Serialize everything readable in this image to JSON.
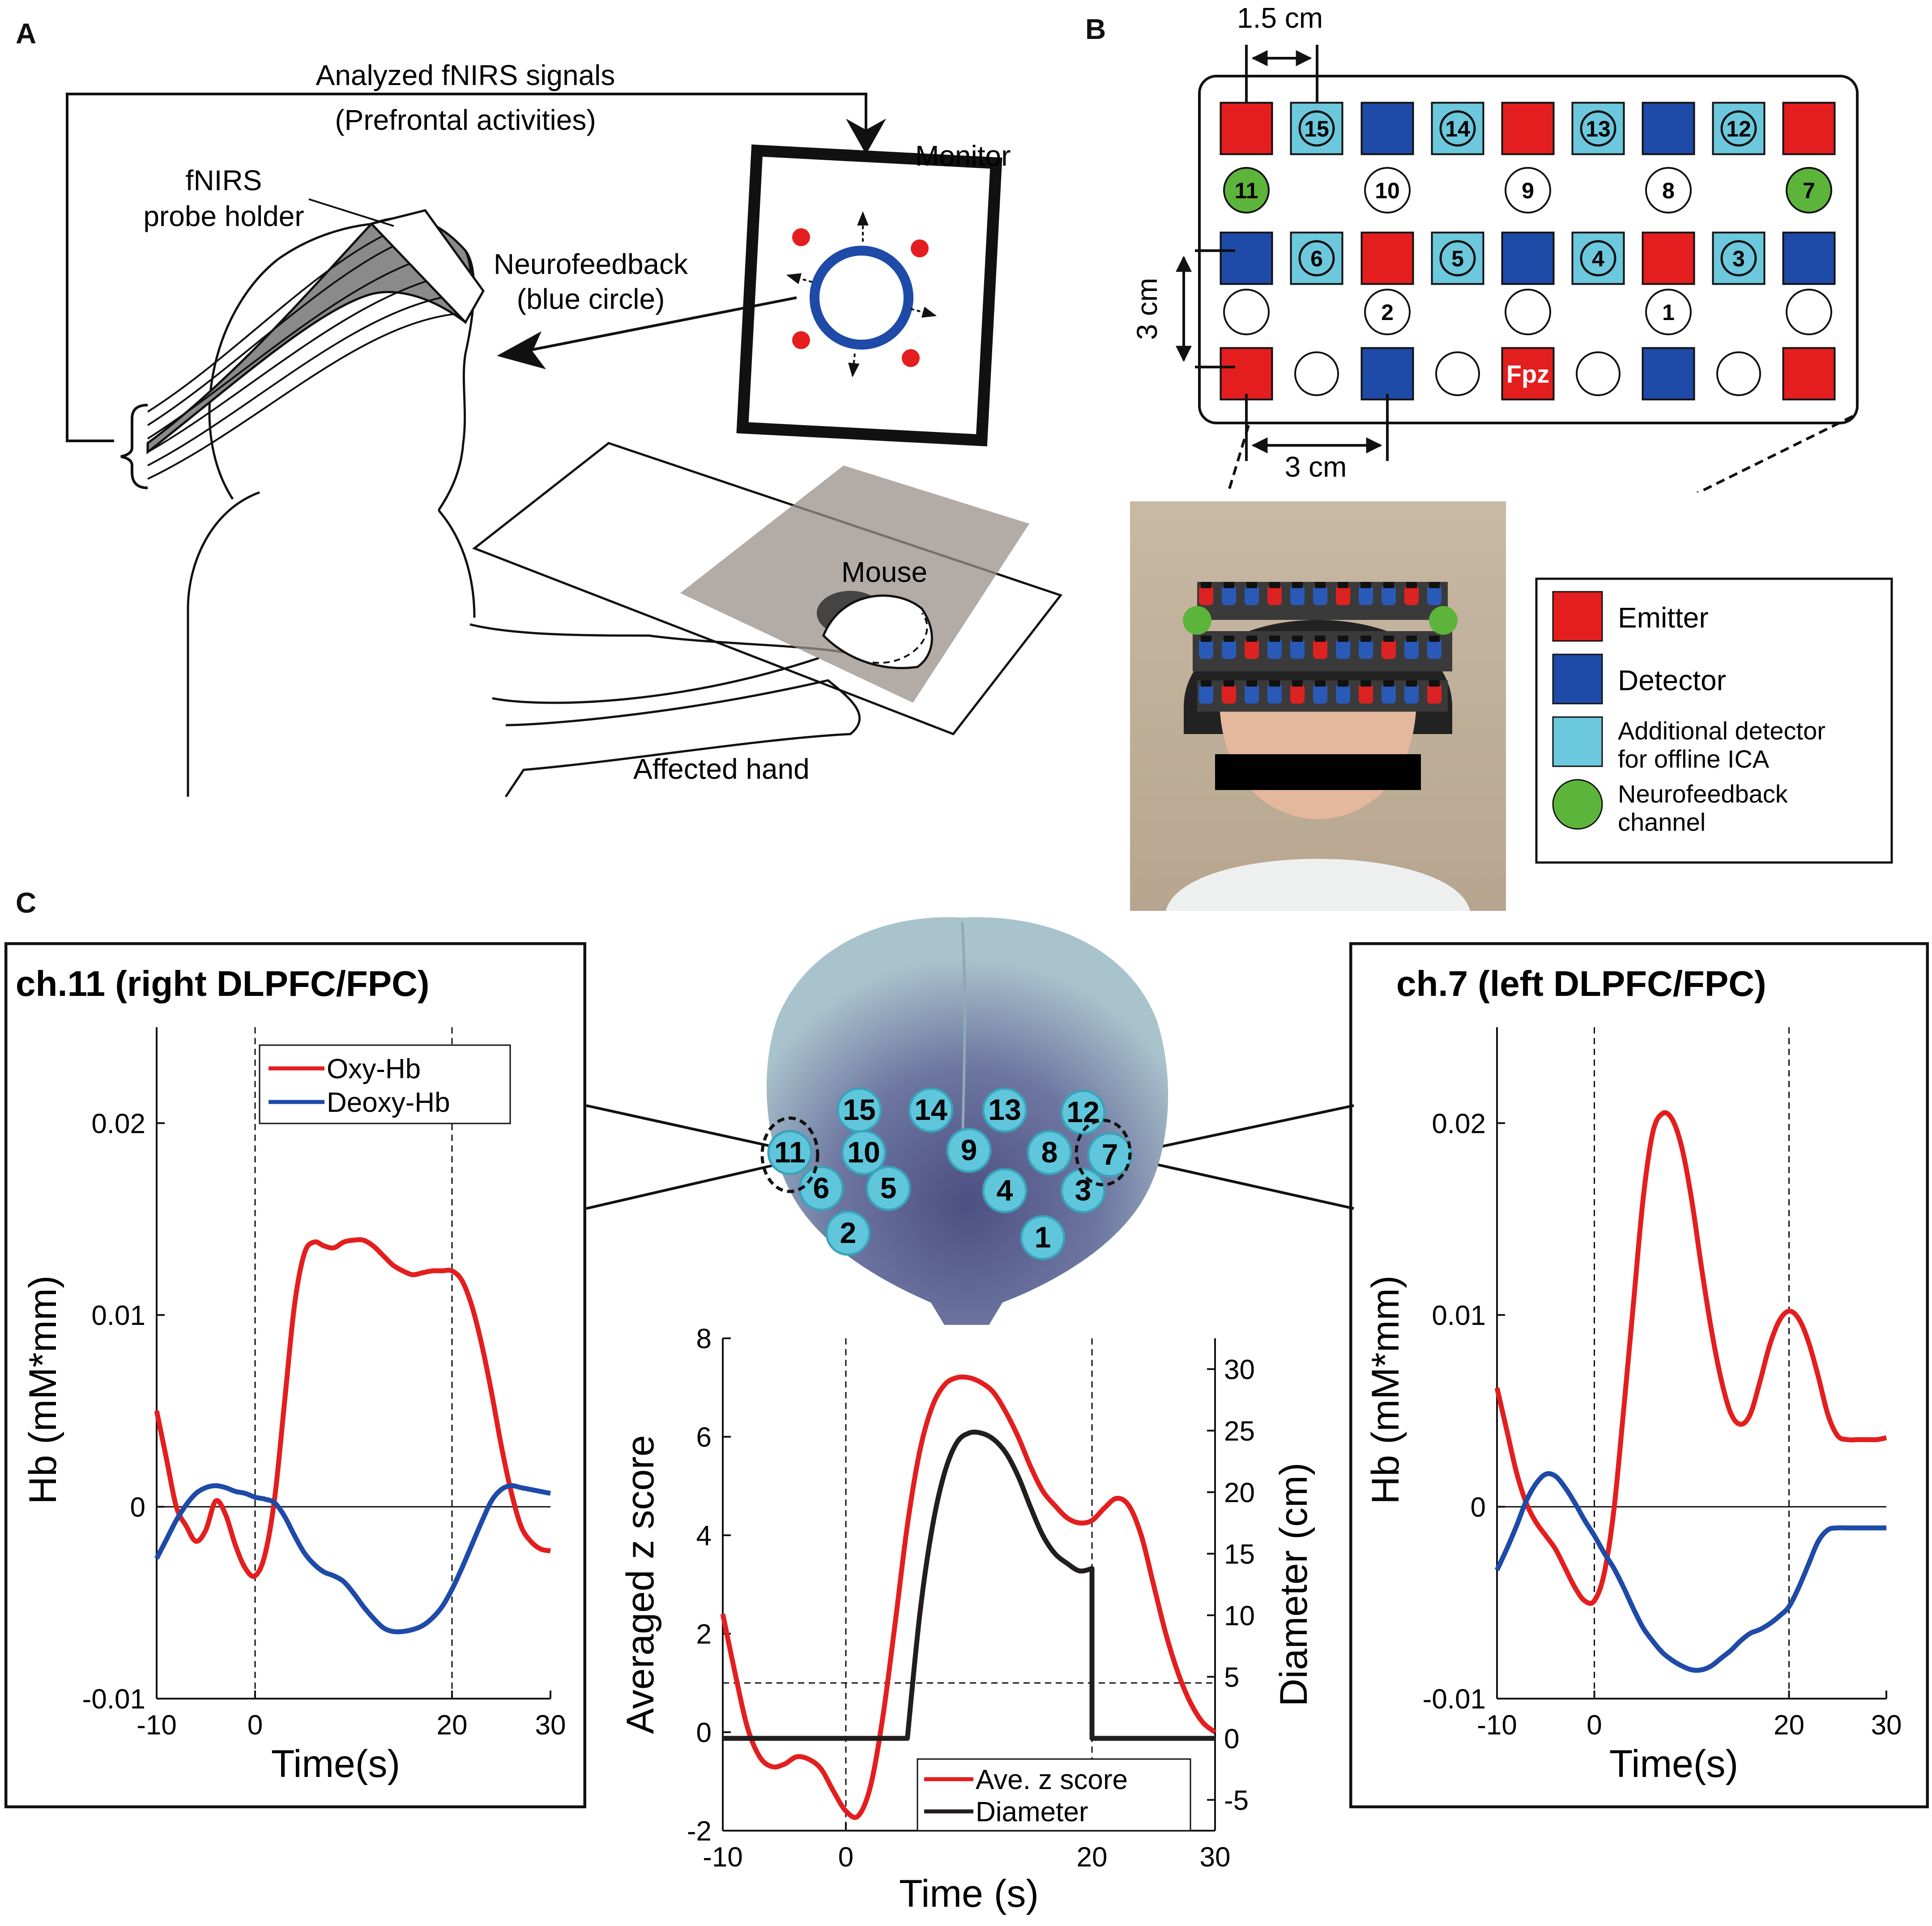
{
  "panels": {
    "a": "A",
    "b": "B",
    "c": "C"
  },
  "panel_a": {
    "signal_line1": "Analyzed fNIRS signals",
    "signal_line2": "(Prefrontal activities)",
    "monitor": "Monitor",
    "probe_line1": "fNIRS",
    "probe_line2": "probe holder",
    "nf_line1": "Neurofeedback",
    "nf_line2": "(blue circle)",
    "mouse": "Mouse",
    "hand": "Affected hand"
  },
  "panel_b": {
    "dim_top": "1.5 cm",
    "dim_left": "3 cm",
    "dim_bottom": "3 cm",
    "fpz": "Fpz",
    "row1_additional": [
      "15",
      "14",
      "13",
      "12"
    ],
    "row2_channels": [
      "11",
      "10",
      "9",
      "8",
      "7"
    ],
    "row3_additional": [
      "6",
      "5",
      "4",
      "3"
    ],
    "row4_channels": [
      "2",
      "1"
    ],
    "legend": [
      "Emitter",
      "Detector",
      "Additional detector",
      "for offline ICA",
      "Neurofeedback",
      "channel"
    ],
    "colors": {
      "emitter": "#e41e1e",
      "detector": "#1e4aa8",
      "additional": "#6cc8dc",
      "neurofeedback": "#5cb53a"
    }
  },
  "brain_channels": [
    "15",
    "14",
    "13",
    "12",
    "11",
    "10",
    "9",
    "8",
    "7",
    "6",
    "5",
    "4",
    "3",
    "2",
    "1"
  ],
  "chart_data": [
    {
      "type": "line",
      "title": "ch.11 (right DLPFC/FPC)",
      "xlabel": "Time(s)",
      "ylabel": "Hb (mM*mm)",
      "xlim": [
        -10,
        30
      ],
      "ylim": [
        -0.01,
        0.025
      ],
      "xticks": [
        "-10",
        "0",
        "20",
        "30"
      ],
      "yticks": [
        "-0.01",
        "0",
        "0.01",
        "0.02"
      ],
      "vlines": [
        0,
        20
      ],
      "legend": "top-left",
      "series": [
        {
          "name": "Oxy-Hb",
          "color": "#e41e1e",
          "x": [
            -10,
            -9,
            -8,
            -7,
            -6,
            -5,
            -4,
            -3,
            -2,
            -1,
            0,
            1,
            2,
            3,
            4,
            5,
            6,
            7,
            8,
            9,
            10,
            11,
            12,
            13,
            14,
            15,
            16,
            17,
            18,
            19,
            20,
            21,
            22,
            23,
            24,
            25,
            26,
            27,
            28,
            29,
            30
          ],
          "y": [
            0.005,
            0.0025,
            0.0,
            -0.001,
            -0.0018,
            -0.0012,
            0.0003,
            -0.0004,
            -0.002,
            -0.0032,
            -0.0036,
            -0.0025,
            0.0005,
            0.0055,
            0.0105,
            0.0132,
            0.0138,
            0.0136,
            0.0135,
            0.0138,
            0.0139,
            0.0139,
            0.0136,
            0.0131,
            0.0126,
            0.0123,
            0.0121,
            0.0122,
            0.0123,
            0.0123,
            0.0123,
            0.0118,
            0.0105,
            0.0085,
            0.006,
            0.0032,
            0.0008,
            -0.001,
            -0.0018,
            -0.0022,
            -0.0023
          ]
        },
        {
          "name": "Deoxy-Hb",
          "color": "#1e4aa8",
          "x": [
            -10,
            -9,
            -8,
            -7,
            -6,
            -5,
            -4,
            -3,
            -2,
            -1,
            0,
            1,
            2,
            3,
            4,
            5,
            6,
            7,
            8,
            9,
            10,
            11,
            12,
            13,
            14,
            15,
            16,
            17,
            18,
            19,
            20,
            21,
            22,
            23,
            24,
            25,
            26,
            27,
            28,
            29,
            30
          ],
          "y": [
            -0.0027,
            -0.0017,
            -0.0007,
            0.0001,
            0.0007,
            0.001,
            0.0011,
            0.001,
            0.0008,
            0.0007,
            0.0005,
            0.0004,
            0.0002,
            -0.0005,
            -0.0015,
            -0.0024,
            -0.003,
            -0.0034,
            -0.0036,
            -0.0039,
            -0.0045,
            -0.0052,
            -0.0058,
            -0.0063,
            -0.0065,
            -0.0065,
            -0.0064,
            -0.0062,
            -0.0058,
            -0.0052,
            -0.0043,
            -0.0032,
            -0.002,
            -0.0008,
            0.0003,
            0.0009,
            0.0011,
            0.001,
            0.0009,
            0.0008,
            0.0007
          ]
        }
      ]
    },
    {
      "type": "line",
      "xlabel": "Time (s)",
      "ylabel": "Averaged z score",
      "y2label": "Diameter (cm)",
      "xlim": [
        -10,
        30
      ],
      "ylim": [
        -2,
        8
      ],
      "y2lim": [
        -7.5,
        32.5
      ],
      "xticks": [
        "-10",
        "0",
        "20",
        "30"
      ],
      "yticks": [
        "-2",
        "0",
        "2",
        "4",
        "6",
        "8"
      ],
      "y2ticks": [
        "-5",
        "0",
        "5",
        "10",
        "15",
        "20",
        "25",
        "30"
      ],
      "vlines": [
        0,
        20
      ],
      "hline": 1,
      "legend": "bottom-right",
      "series": [
        {
          "name": "Ave. z score",
          "color": "#e41e1e",
          "axis": "left",
          "x": [
            -10,
            -9,
            -8,
            -7,
            -6,
            -5,
            -4,
            -3,
            -2,
            -1,
            0,
            1,
            2,
            3,
            4,
            5,
            6,
            7,
            8,
            9,
            10,
            11,
            12,
            13,
            14,
            15,
            16,
            17,
            18,
            19,
            20,
            21,
            22,
            23,
            24,
            25,
            26,
            27,
            28,
            29,
            30
          ],
          "y": [
            2.4,
            1.2,
            0.1,
            -0.5,
            -0.7,
            -0.65,
            -0.5,
            -0.55,
            -0.75,
            -1.2,
            -1.6,
            -1.7,
            -1.1,
            0.3,
            2.2,
            4.2,
            5.7,
            6.6,
            7.05,
            7.2,
            7.2,
            7.1,
            6.9,
            6.5,
            6.0,
            5.4,
            4.9,
            4.6,
            4.35,
            4.25,
            4.3,
            4.55,
            4.75,
            4.6,
            4.0,
            3.0,
            2.0,
            1.2,
            0.6,
            0.2,
            0.0
          ]
        },
        {
          "name": "Diameter",
          "color": "#221e1e",
          "axis": "right",
          "x": [
            -10,
            0,
            5,
            6,
            7,
            8,
            9,
            10,
            11,
            12,
            13,
            14,
            15,
            16,
            17,
            18,
            19,
            20,
            20,
            30
          ],
          "y": [
            0,
            0,
            0,
            10,
            17,
            21.5,
            24,
            24.8,
            24.8,
            24.3,
            23.2,
            21.3,
            18.8,
            16.5,
            15,
            14.2,
            13.6,
            13.8,
            0,
            0
          ]
        }
      ]
    },
    {
      "type": "line",
      "title": "ch.7 (left DLPFC/FPC)",
      "xlabel": "Time(s)",
      "ylabel": "Hb (mM*mm)",
      "xlim": [
        -10,
        30
      ],
      "ylim": [
        -0.01,
        0.025
      ],
      "xticks": [
        "-10",
        "0",
        "20",
        "30"
      ],
      "yticks": [
        "-0.01",
        "0",
        "0.01",
        "0.02"
      ],
      "vlines": [
        0,
        20
      ],
      "series": [
        {
          "name": "Oxy-Hb",
          "color": "#e41e1e",
          "x": [
            -10,
            -9,
            -8,
            -7,
            -6,
            -5,
            -4,
            -3,
            -2,
            -1,
            0,
            1,
            2,
            3,
            4,
            5,
            6,
            7,
            8,
            9,
            10,
            11,
            12,
            13,
            14,
            15,
            16,
            17,
            18,
            19,
            20,
            21,
            22,
            23,
            24,
            25,
            26,
            27,
            28,
            29,
            30
          ],
          "y": [
            0.0062,
            0.004,
            0.0018,
            0.0002,
            -0.0008,
            -0.0015,
            -0.0022,
            -0.0032,
            -0.0042,
            -0.0049,
            -0.0049,
            -0.0035,
            -0.0002,
            0.005,
            0.0105,
            0.016,
            0.0195,
            0.0205,
            0.0202,
            0.0187,
            0.016,
            0.0125,
            0.0093,
            0.0067,
            0.0049,
            0.0043,
            0.0048,
            0.0065,
            0.0084,
            0.0097,
            0.0102,
            0.0098,
            0.0086,
            0.0068,
            0.0048,
            0.0037,
            0.0035,
            0.0035,
            0.0035,
            0.0035,
            0.0036
          ]
        },
        {
          "name": "Deoxy-Hb",
          "color": "#1e4aa8",
          "x": [
            -10,
            -9,
            -8,
            -7,
            -6,
            -5,
            -4,
            -3,
            -2,
            -1,
            0,
            1,
            2,
            3,
            4,
            5,
            6,
            7,
            8,
            9,
            10,
            11,
            12,
            13,
            14,
            15,
            16,
            17,
            18,
            19,
            20,
            21,
            22,
            23,
            24,
            25,
            26,
            27,
            28,
            29,
            30
          ],
          "y": [
            -0.0033,
            -0.0022,
            -0.001,
            0.0003,
            0.0012,
            0.0017,
            0.0016,
            0.001,
            0.0002,
            -0.0007,
            -0.0015,
            -0.0024,
            -0.0032,
            -0.0042,
            -0.0053,
            -0.0063,
            -0.007,
            -0.0076,
            -0.008,
            -0.0083,
            -0.0085,
            -0.0085,
            -0.0083,
            -0.0079,
            -0.0075,
            -0.007,
            -0.0066,
            -0.0064,
            -0.0061,
            -0.0057,
            -0.0052,
            -0.0042,
            -0.003,
            -0.0018,
            -0.0012,
            -0.0011,
            -0.0011,
            -0.0011,
            -0.0011,
            -0.0011,
            -0.0011
          ]
        }
      ]
    }
  ]
}
